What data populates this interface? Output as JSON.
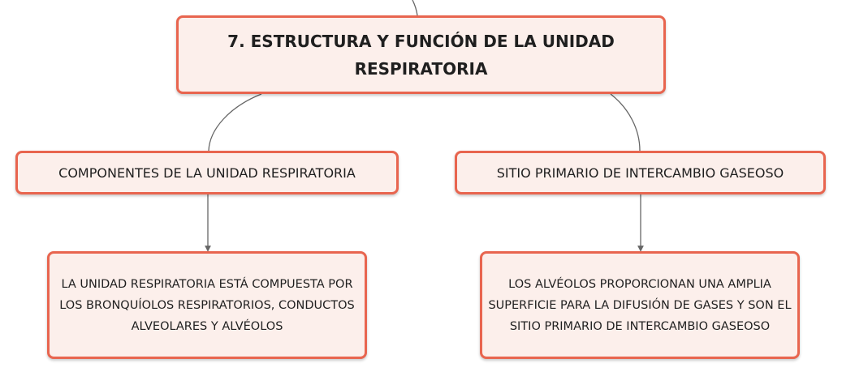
{
  "diagram": {
    "root": {
      "label": "7. ESTRUCTURA Y FUNCIÓN DE LA UNIDAD RESPIRATORIA"
    },
    "branches": [
      {
        "label": "COMPONENTES DE LA UNIDAD RESPIRATORIA",
        "child": {
          "label": "LA UNIDAD RESPIRATORIA ESTÁ COMPUESTA POR LOS BRONQUÍOLOS RESPIRATORIOS, CONDUCTOS ALVEOLARES Y ALVÉOLOS"
        }
      },
      {
        "label": "SITIO PRIMARIO DE INTERCAMBIO GASEOSO",
        "child": {
          "label": "LOS ALVÉOLOS PROPORCIONAN UNA AMPLIA SUPERFICIE PARA LA DIFUSIÓN DE GASES Y SON EL SITIO PRIMARIO DE INTERCAMBIO GASEOSO"
        }
      }
    ]
  },
  "colors": {
    "node_border": "#e8654f",
    "node_fill": "#fcefeb",
    "connector": "#666666"
  }
}
